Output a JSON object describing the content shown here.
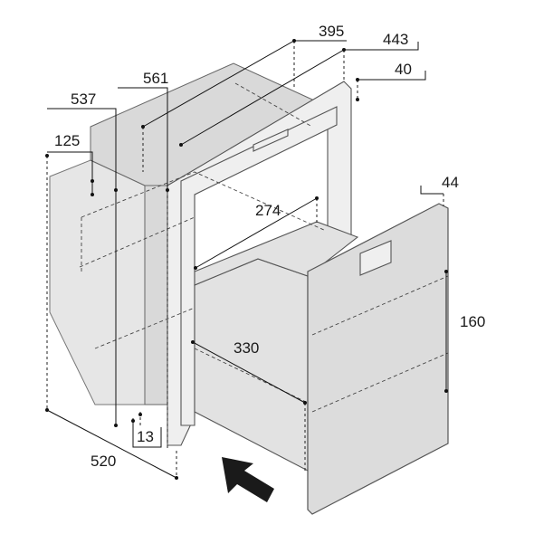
{
  "dimensions": {
    "d395": "395",
    "d443": "443",
    "d40": "40",
    "d561": "561",
    "d537": "537",
    "d125": "125",
    "d44": "44",
    "d274": "274",
    "d160": "160",
    "d330": "330",
    "d520": "520",
    "d13": "13"
  }
}
